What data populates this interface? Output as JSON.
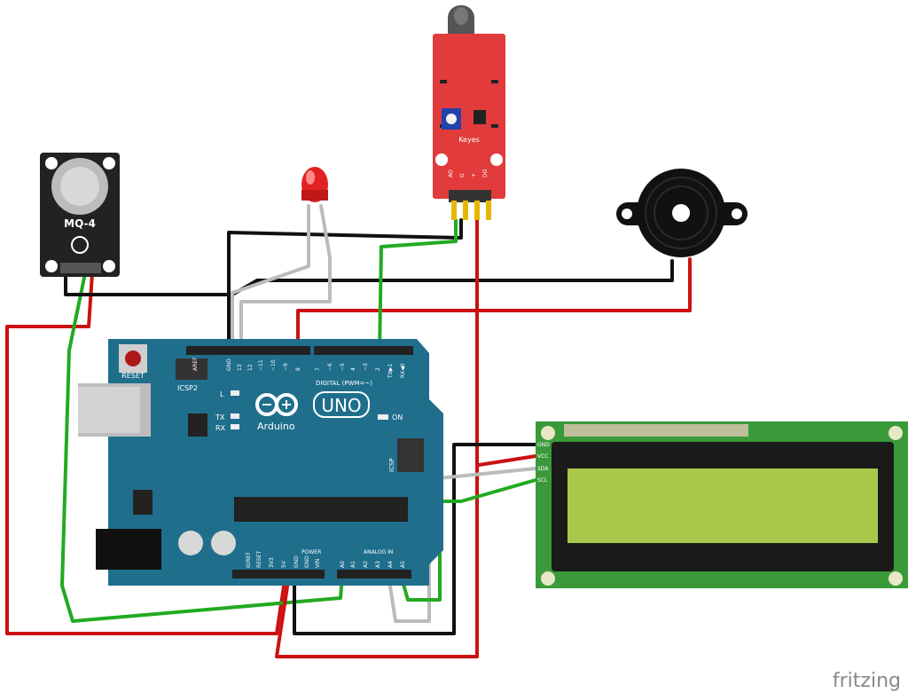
{
  "watermark": "fritzing",
  "gas_sensor": {
    "label": "MQ-4"
  },
  "flame_sensor": {
    "brand": "Keyes",
    "pins": [
      "AO",
      "G",
      "+",
      "DO"
    ]
  },
  "arduino": {
    "reset": "RESET",
    "icsp2": "ICSP2",
    "icsp": "ICSP",
    "led_l": "L",
    "led_tx": "TX",
    "led_rx": "RX",
    "led_on": "ON",
    "brand": "Arduino",
    "model": "UNO",
    "digital_label": "DIGITAL (PWM=~)",
    "power_label": "POWER",
    "analog_label": "ANALOG IN",
    "top_pins": [
      "AREF",
      "GND",
      "13",
      "12",
      "~11",
      "~10",
      "~9",
      "8",
      "7",
      "~6",
      "~5",
      "4",
      "~3",
      "2",
      "TX▶1",
      "RX◀0"
    ],
    "power_pins": [
      "IOREF",
      "RESET",
      "3V3",
      "5V",
      "GND",
      "GND",
      "VIN"
    ],
    "analog_pins": [
      "A0",
      "A1",
      "A2",
      "A3",
      "A4",
      "A5"
    ]
  },
  "lcd": {
    "pins": [
      "GND",
      "VCC",
      "SDA",
      "SCL"
    ]
  },
  "colors": {
    "board": "#1f6e8c",
    "wire_red": "#cc1111",
    "wire_black": "#111111",
    "wire_green": "#22aa22",
    "wire_gray": "#bbbbbb",
    "lcd_screen": "#a9c84a",
    "flame_pcb": "#e23b3b",
    "gas_pcb": "#222222"
  }
}
